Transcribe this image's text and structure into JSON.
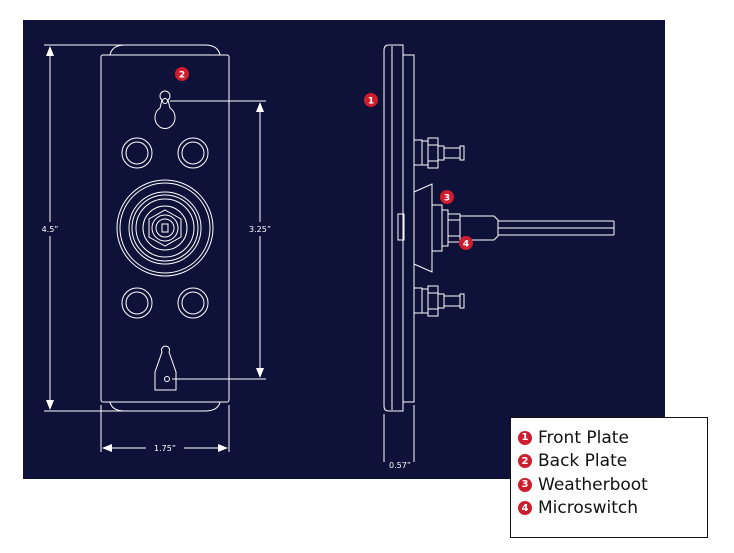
{
  "colors": {
    "background": "#0f1238",
    "line": "#ffffff",
    "marker": "#cc1e2e",
    "legend_border": "#111111"
  },
  "dimensions": {
    "height": "4.5”",
    "hole_spacing": "3.25”",
    "width": "1.75”",
    "depth": "0.57”"
  },
  "markers": {
    "front_plate": "1",
    "back_plate": "2",
    "weatherboot": "3",
    "microswitch": "4"
  },
  "legend": {
    "items": [
      {
        "number": "1",
        "label": "Front Plate"
      },
      {
        "number": "2",
        "label": "Back Plate"
      },
      {
        "number": "3",
        "label": "Weatherboot"
      },
      {
        "number": "4",
        "label": "Microswitch"
      }
    ]
  }
}
